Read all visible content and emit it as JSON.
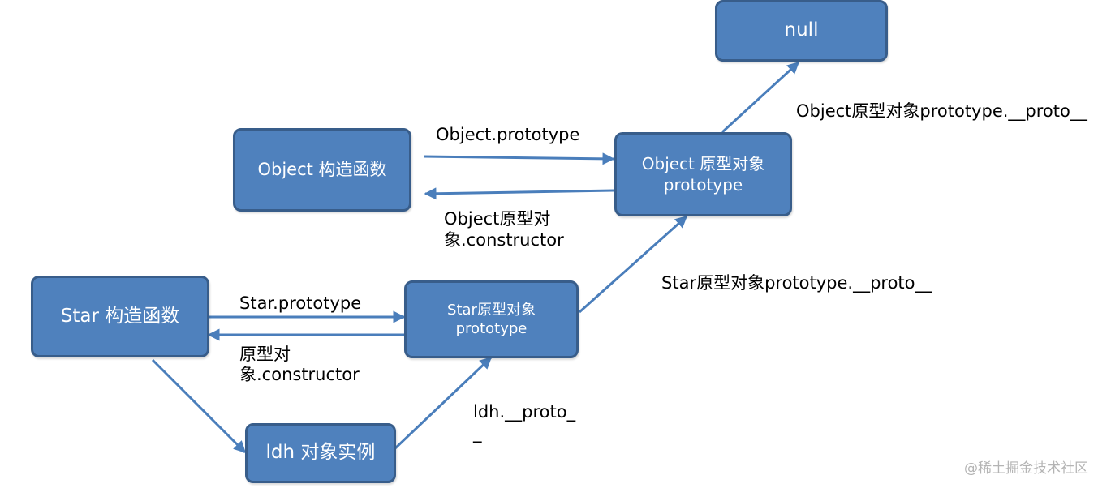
{
  "nodes": {
    "null": {
      "text": "null"
    },
    "object_ctor": {
      "text": "Object 构造函数"
    },
    "object_proto": {
      "line1": "Object 原型对象",
      "line2": "prototype"
    },
    "star_ctor": {
      "text": "Star 构造函数"
    },
    "star_proto": {
      "line1": "Star原型对象",
      "line2": "prototype"
    },
    "ldh": {
      "text": "ldh 对象实例"
    }
  },
  "labels": {
    "object_prototype": "Object.prototype",
    "object_constructor_1": "Object原型对",
    "object_constructor_2": "象.constructor",
    "object_proto_proto": "Object原型对象prototype.__proto__",
    "star_prototype": "Star.prototype",
    "star_constructor_1": "原型对",
    "star_constructor_2": "象.constructor",
    "star_proto_proto": "Star原型对象prototype.__proto__",
    "ldh_proto_1": "ldh.__proto_",
    "ldh_proto_2": "_"
  },
  "watermark": "@稀土掘金技术社区",
  "colors": {
    "node_fill": "#4f81bd",
    "node_border": "#385d8a",
    "arrow": "#4a7ebb"
  }
}
